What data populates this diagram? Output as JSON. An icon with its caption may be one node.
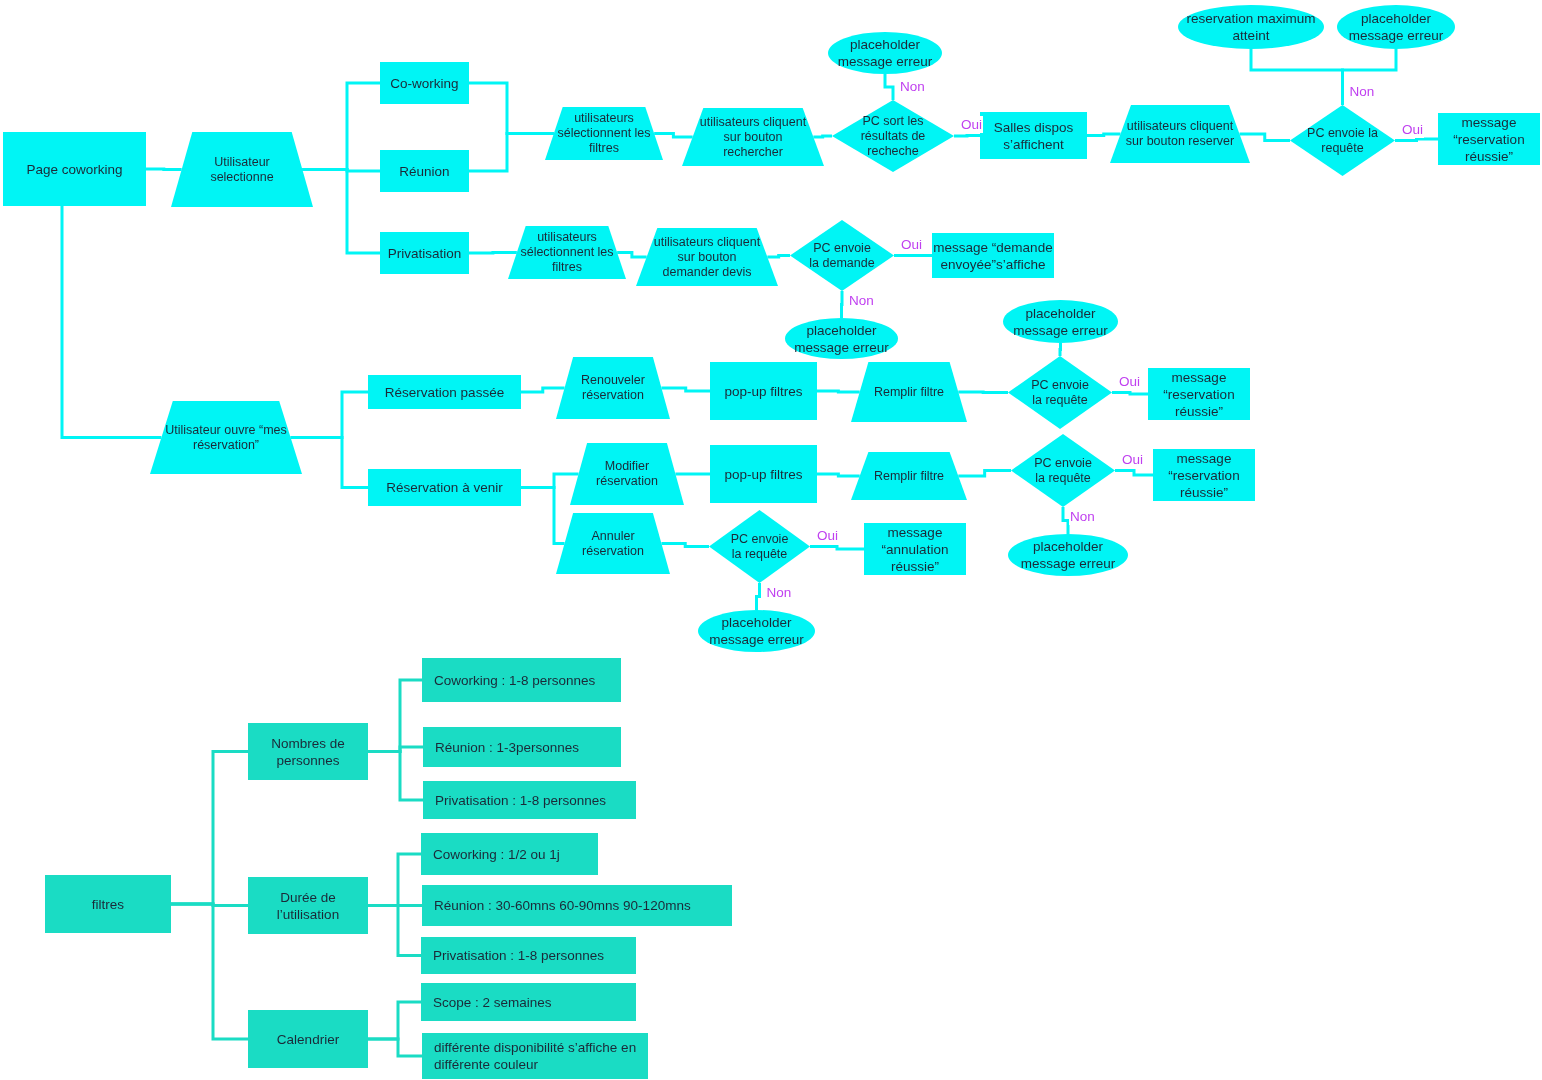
{
  "diagram": {
    "nodes": [
      {
        "text": [
          "Page coworking"
        ]
      },
      {
        "text": [
          "Utilisateur selectionne"
        ]
      },
      {
        "text": [
          "Co-working"
        ]
      },
      {
        "text": [
          "Réunion"
        ]
      },
      {
        "text": [
          "Privatisation"
        ]
      },
      {
        "text": [
          "utilisateurs sélectionnent les filtres"
        ]
      },
      {
        "text": [
          "utilisateurs cliquent sur bouton rechercher"
        ]
      },
      {
        "text": [
          "placeholder message erreur"
        ]
      },
      {
        "text": [
          "PC sort les résultats de recheche"
        ]
      },
      {
        "text": [
          "Salles dispos s’affichent"
        ]
      },
      {
        "text": [
          "utilisateurs cliquent sur bouton reserver"
        ]
      },
      {
        "text": [
          "reservation maximum atteint"
        ]
      },
      {
        "text": [
          "placeholder message erreur"
        ]
      },
      {
        "text": [
          "PC  envoie la requête"
        ]
      },
      {
        "text": [
          "message “reservation réussie”"
        ]
      },
      {
        "text": [
          "utilisateurs sélectionnent les filtres"
        ]
      },
      {
        "text": [
          "utilisateurs cliquent sur bouton demander devis"
        ]
      },
      {
        "text": [
          "PC envoie la demande"
        ]
      },
      {
        "text": [
          "message “demande envoyée”s’affiche"
        ]
      },
      {
        "text": [
          "placeholder message erreur"
        ]
      },
      {
        "text": [
          "Utilisateur ouvre “mes réservation”"
        ]
      },
      {
        "text": [
          "Réservation passée"
        ]
      },
      {
        "text": [
          "Réservation à venir"
        ]
      },
      {
        "text": [
          "Renouveler réservation"
        ]
      },
      {
        "text": [
          "pop-up filtres"
        ]
      },
      {
        "text": [
          "Remplir filtre"
        ]
      },
      {
        "text": [
          "placeholder message erreur"
        ]
      },
      {
        "text": [
          "PC  envoie la requête"
        ]
      },
      {
        "text": [
          "message “reservation réussie”"
        ]
      },
      {
        "text": [
          "Modifier réservation"
        ]
      },
      {
        "text": [
          "pop-up filtres"
        ]
      },
      {
        "text": [
          "Remplir filtre"
        ]
      },
      {
        "text": [
          "PC  envoie la requête"
        ]
      },
      {
        "text": [
          "message “reservation réussie”"
        ]
      },
      {
        "text": [
          "placeholder message erreur"
        ]
      },
      {
        "text": [
          "Annuler réservation"
        ]
      },
      {
        "text": [
          "PC  envoie la requête"
        ]
      },
      {
        "text": [
          "message “annulation réussie”"
        ]
      },
      {
        "text": [
          "placeholder message erreur"
        ]
      },
      {
        "text": [
          "filtres"
        ]
      },
      {
        "text": [
          "Nombres de personnes"
        ]
      },
      {
        "text": [
          "Durée de l’utilisation"
        ]
      },
      {
        "text": [
          "Calendrier"
        ]
      },
      {
        "text": [
          "Coworking : 1-8 personnes"
        ]
      },
      {
        "text": [
          "Réunion : 1-3personnes"
        ]
      },
      {
        "text": [
          "Privatisation : 1-8 personnes"
        ]
      },
      {
        "text": [
          "Coworking : 1/2 ou 1j"
        ]
      },
      {
        "text": [
          "Réunion : 30-60mns  60-90mns   90-120mns"
        ]
      },
      {
        "text": [
          "Privatisation : 1-8 personnes"
        ]
      },
      {
        "text": [
          "Scope : 2 semaines"
        ]
      },
      {
        "text": [
          "différente disponibilité s’affiche en différente couleur"
        ]
      }
    ],
    "edges": [
      {
        "from": 0,
        "to": 1,
        "arrow": "none"
      },
      {
        "from": 1,
        "to": 2,
        "arrow": "none"
      },
      {
        "from": 1,
        "to": 3,
        "arrow": "none"
      },
      {
        "from": 1,
        "to": 4,
        "arrow": "none"
      },
      {
        "from": 2,
        "to": 5,
        "arrow": "none"
      },
      {
        "from": 3,
        "to": 5,
        "arrow": "none"
      },
      {
        "from": 5,
        "to": 6,
        "arrow": "none"
      },
      {
        "from": 6,
        "to": 8,
        "arrow": "none"
      },
      {
        "from": 8,
        "to": 7,
        "arrow": "none",
        "label": "Non"
      },
      {
        "from": 8,
        "to": 9,
        "arrow": "none",
        "label": "Oui"
      },
      {
        "from": 9,
        "to": 10,
        "arrow": "none"
      },
      {
        "from": 10,
        "to": 13,
        "arrow": "none"
      },
      {
        "from": 13,
        "to": 11,
        "arrow": "none",
        "label": "Non"
      },
      {
        "from": 13,
        "to": 12,
        "arrow": "none"
      },
      {
        "from": 13,
        "to": 14,
        "arrow": "none",
        "label": "Oui"
      },
      {
        "from": 4,
        "to": 15,
        "arrow": "none"
      },
      {
        "from": 15,
        "to": 16,
        "arrow": "none"
      },
      {
        "from": 16,
        "to": 17,
        "arrow": "none"
      },
      {
        "from": 17,
        "to": 18,
        "arrow": "none",
        "label": "Oui"
      },
      {
        "from": 17,
        "to": 19,
        "arrow": "none",
        "label": "Non"
      },
      {
        "from": 0,
        "to": 20,
        "arrow": "none"
      },
      {
        "from": 20,
        "to": 21,
        "arrow": "none"
      },
      {
        "from": 20,
        "to": 22,
        "arrow": "none"
      },
      {
        "from": 21,
        "to": 23,
        "arrow": "none"
      },
      {
        "from": 23,
        "to": 24,
        "arrow": "none"
      },
      {
        "from": 24,
        "to": 25,
        "arrow": "none"
      },
      {
        "from": 25,
        "to": 27,
        "arrow": "none"
      },
      {
        "from": 27,
        "to": 26,
        "arrow": "none"
      },
      {
        "from": 27,
        "to": 28,
        "arrow": "none",
        "label": "Oui"
      },
      {
        "from": 22,
        "to": 29,
        "arrow": "none"
      },
      {
        "from": 22,
        "to": 35,
        "arrow": "none"
      },
      {
        "from": 29,
        "to": 30,
        "arrow": "none"
      },
      {
        "from": 30,
        "to": 31,
        "arrow": "none"
      },
      {
        "from": 31,
        "to": 32,
        "arrow": "none"
      },
      {
        "from": 32,
        "to": 33,
        "arrow": "none",
        "label": "Oui"
      },
      {
        "from": 32,
        "to": 34,
        "arrow": "none",
        "label": "Non"
      },
      {
        "from": 35,
        "to": 36,
        "arrow": "none"
      },
      {
        "from": 36,
        "to": 37,
        "arrow": "none",
        "label": "Oui"
      },
      {
        "from": 36,
        "to": 38,
        "arrow": "none",
        "label": "Non"
      },
      {
        "from": 39,
        "to": 40,
        "arrow": "none",
        "color": "#1adcc4"
      },
      {
        "from": 39,
        "to": 41,
        "arrow": "none",
        "color": "#1adcc4"
      },
      {
        "from": 39,
        "to": 42,
        "arrow": "none",
        "color": "#1adcc4"
      },
      {
        "from": 40,
        "to": 43,
        "arrow": "none",
        "color": "#1adcc4"
      },
      {
        "from": 40,
        "to": 44,
        "arrow": "none",
        "color": "#1adcc4"
      },
      {
        "from": 40,
        "to": 45,
        "arrow": "none",
        "color": "#1adcc4"
      },
      {
        "from": 41,
        "to": 46,
        "arrow": "none",
        "color": "#1adcc4"
      },
      {
        "from": 41,
        "to": 47,
        "arrow": "none",
        "color": "#1adcc4"
      },
      {
        "from": 41,
        "to": 48,
        "arrow": "none",
        "color": "#1adcc4"
      },
      {
        "from": 42,
        "to": 49,
        "arrow": "none",
        "color": "#1adcc4"
      },
      {
        "from": 42,
        "to": 50,
        "arrow": "none",
        "color": "#1adcc4"
      }
    ]
  }
}
